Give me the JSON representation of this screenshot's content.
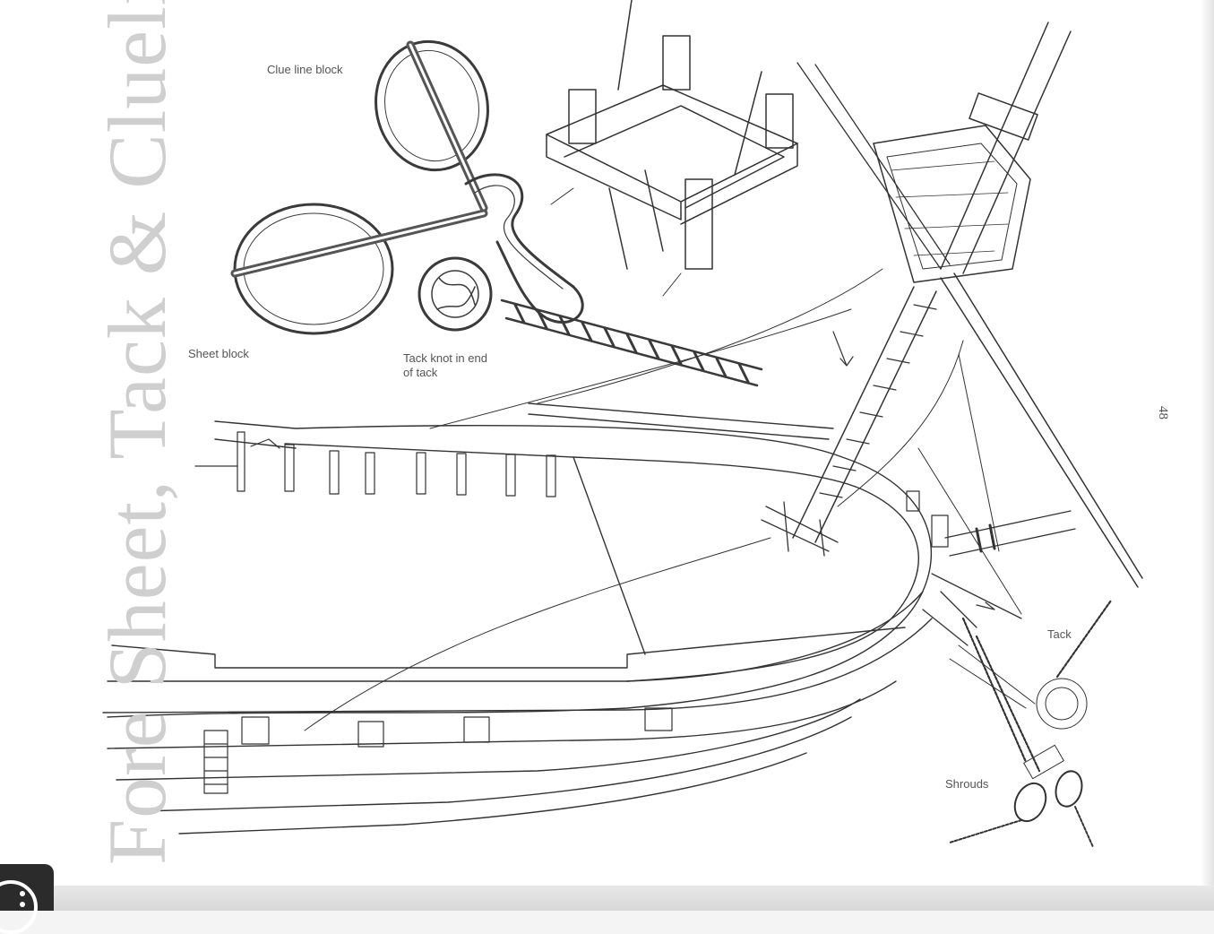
{
  "page": {
    "title": "Fore Sheet, Tack & Clueline",
    "page_number": "48"
  },
  "labels": {
    "clue_line_block": "Clue line block",
    "sheet_block": "Sheet block",
    "tack_knot": "Tack knot in end of tack",
    "tack": "Tack",
    "shrouds": "Shrouds"
  },
  "viewer": {
    "corner_button_icon": "more-options-icon"
  }
}
